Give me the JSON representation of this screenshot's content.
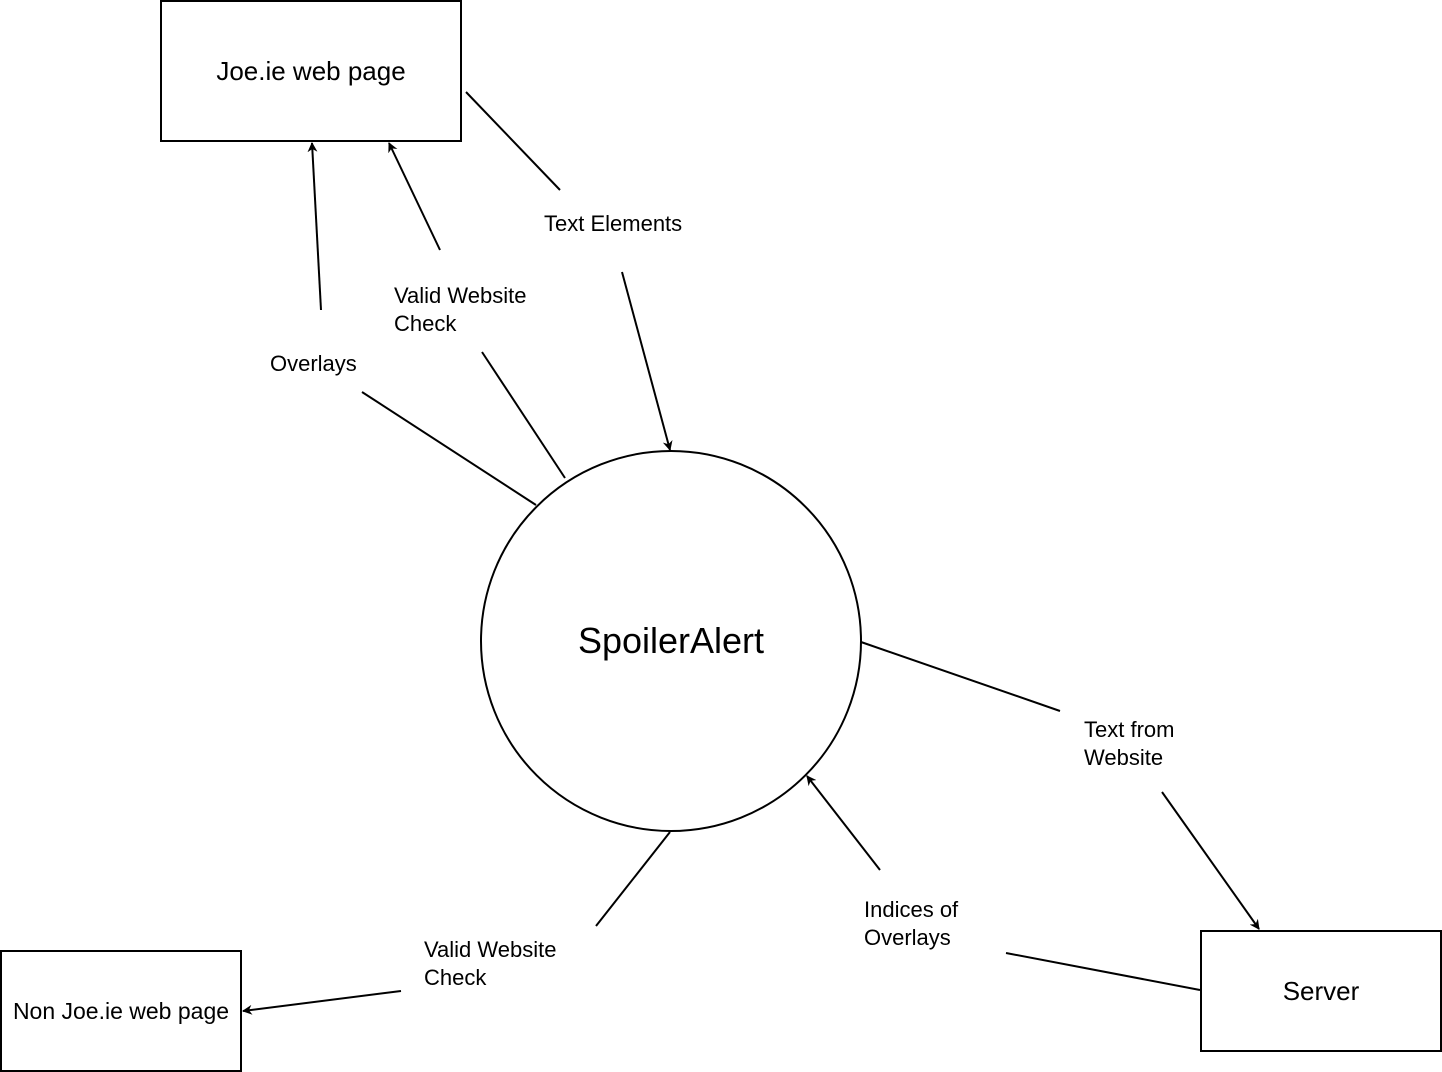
{
  "entities": {
    "joe_page": "Joe.ie web page",
    "non_joe_page": "Non Joe.ie web page",
    "server": "Server"
  },
  "process": {
    "name": "SpoilerAlert"
  },
  "flows": {
    "text_elements": "Text Elements",
    "valid_check_top_line1": "Valid Website",
    "valid_check_top_line2": "Check",
    "overlays": "Overlays",
    "text_from_website_line1": "Text from",
    "text_from_website_line2": "Website",
    "indices_line1": "Indices of",
    "indices_line2": "Overlays",
    "valid_check_bottom_line1": "Valid Website",
    "valid_check_bottom_line2": "Check"
  }
}
